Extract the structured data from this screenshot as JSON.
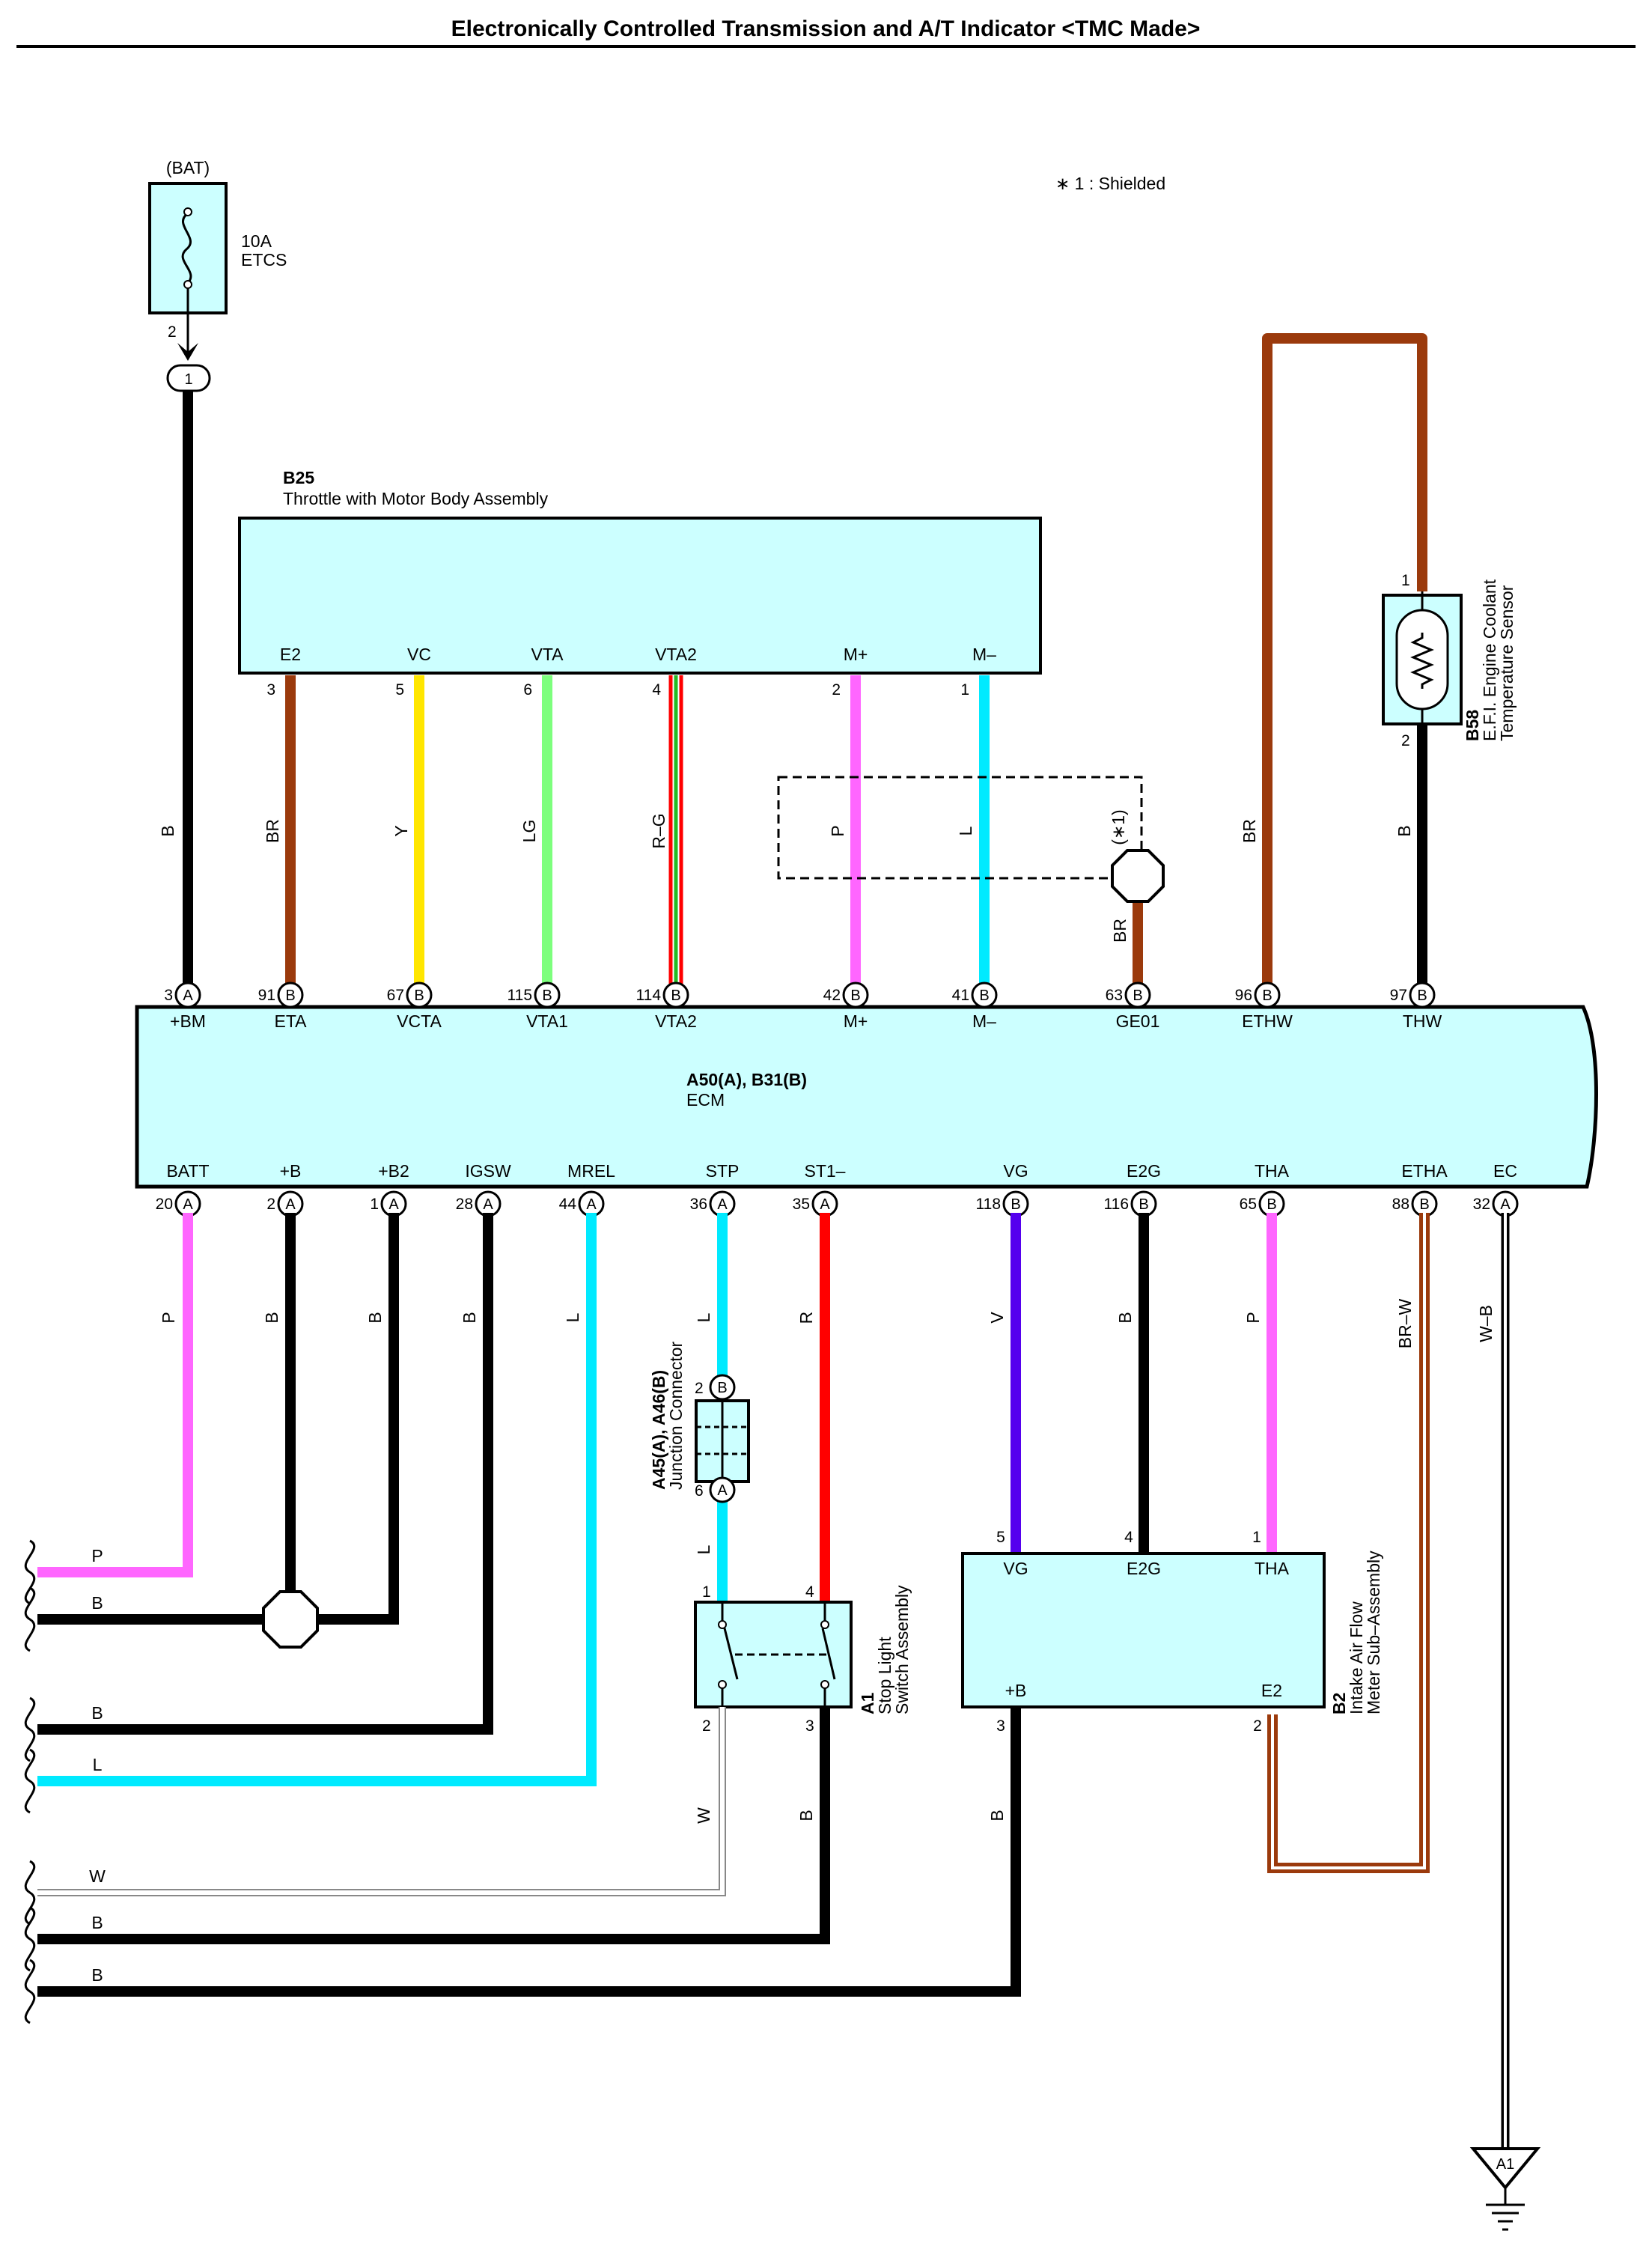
{
  "title": "Electronically Controlled Transmission and A/T Indicator <TMC Made>",
  "note": "∗ 1 : Shielded",
  "colors": {
    "B": "#000000",
    "BR": "#9b3a0c",
    "Y": "#ffe600",
    "LG": "#7dff7d",
    "R": "#ff0000",
    "G": "#22bb22",
    "P": "#ff66ff",
    "L": "#00eaff",
    "V": "#5500ee",
    "W": "#999999",
    "box": "#ccffff"
  },
  "fuse": {
    "source": "(BAT)",
    "rating": "10A",
    "name": "ETCS",
    "pin": "2",
    "junction": "1"
  },
  "b25": {
    "code": "B25",
    "name": "Throttle with Motor Body Assembly",
    "terms": [
      "E2",
      "VC",
      "VTA",
      "VTA2",
      "M+",
      "M–"
    ],
    "pins": [
      "3",
      "5",
      "6",
      "4",
      "2",
      "1"
    ]
  },
  "upper_wires": {
    "b": "B",
    "br": "BR",
    "y": "Y",
    "lg": "LG",
    "rg": "R–G",
    "p": "P",
    "l": "L",
    "shield": "(∗1)",
    "br2": "BR",
    "ethw": "BR",
    "thw": "B"
  },
  "b58": {
    "code": "B58",
    "line1": "E.F.I. Engine Coolant",
    "line2": "Temperature Sensor",
    "pin_top": "1",
    "pin_bot": "2"
  },
  "ecm": {
    "code": "A50(A), B31(B)",
    "name": "ECM",
    "top_terms": [
      "+BM",
      "ETA",
      "VCTA",
      "VTA1",
      "VTA2",
      "M+",
      "M–",
      "GE01",
      "ETHW",
      "THW"
    ],
    "top_pins": [
      "3",
      "91",
      "67",
      "115",
      "114",
      "42",
      "41",
      "63",
      "96",
      "97"
    ],
    "top_conn": [
      "A",
      "B",
      "B",
      "B",
      "B",
      "B",
      "B",
      "B",
      "B",
      "B"
    ],
    "bot_terms": [
      "BATT",
      "+B",
      "+B2",
      "IGSW",
      "MREL",
      "STP",
      "ST1–",
      "VG",
      "E2G",
      "THA",
      "ETHA",
      "EC"
    ],
    "bot_pins": [
      "20",
      "2",
      "1",
      "28",
      "44",
      "36",
      "35",
      "118",
      "116",
      "65",
      "88",
      "32"
    ],
    "bot_conn": [
      "A",
      "A",
      "A",
      "A",
      "A",
      "A",
      "A",
      "B",
      "B",
      "B",
      "B",
      "A"
    ]
  },
  "lower_wires": {
    "p": "P",
    "b1": "B",
    "b2": "B",
    "b3": "B",
    "l": "L",
    "l2": "L",
    "r": "R",
    "v": "V",
    "b4": "B",
    "p2": "P",
    "brw": "BR–W",
    "wb": "W–B",
    "l3": "L",
    "w": "W",
    "b5": "B",
    "b6": "B"
  },
  "jc": {
    "code": "A45(A), A46(B)",
    "name": "Junction Connector",
    "pin_top": "2",
    "conn_top": "B",
    "pin_bot": "6",
    "conn_bot": "A"
  },
  "a1": {
    "code": "A1",
    "line1": "Stop Light",
    "line2": "Switch Assembly",
    "pin1": "1",
    "pin4": "4",
    "pin2": "2",
    "pin3": "3"
  },
  "b2": {
    "code": "B2",
    "line1": "Intake Air Flow",
    "line2": "Meter Sub–Assembly",
    "terms": [
      "VG",
      "E2G",
      "THA",
      "+B",
      "E2"
    ],
    "pins": [
      "5",
      "4",
      "1",
      "3",
      "2"
    ]
  },
  "left_labels": [
    "P",
    "B",
    "B",
    "L",
    "W",
    "B",
    "B"
  ],
  "ground": "A1"
}
